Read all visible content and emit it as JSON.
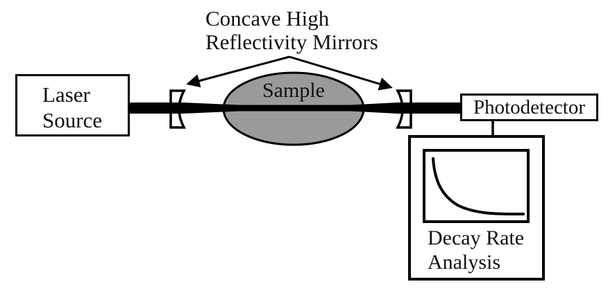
{
  "diagram": {
    "description": "Cavity ring-down spectroscopy schematic",
    "mirrors_label": {
      "line1": "Concave High",
      "line2": "Reflectivity Mirrors"
    },
    "laser_box": {
      "line1": "Laser",
      "line2": "Source"
    },
    "sample_label": "Sample",
    "photodetector_label": "Photodetector",
    "decay_label": {
      "line1": "Decay Rate",
      "line2": "Analysis"
    },
    "icons": {
      "left_mirror": "concave-mirror-left-icon",
      "right_mirror": "concave-mirror-right-icon",
      "beam": "laser-beam-icon",
      "decay_curve": "exponential-decay-curve-icon",
      "arrows": "pointer-arrow-icon"
    },
    "colors": {
      "ink": "#000000",
      "sample_fill": "#9A9A9A",
      "background": "#FFFFFF"
    }
  }
}
